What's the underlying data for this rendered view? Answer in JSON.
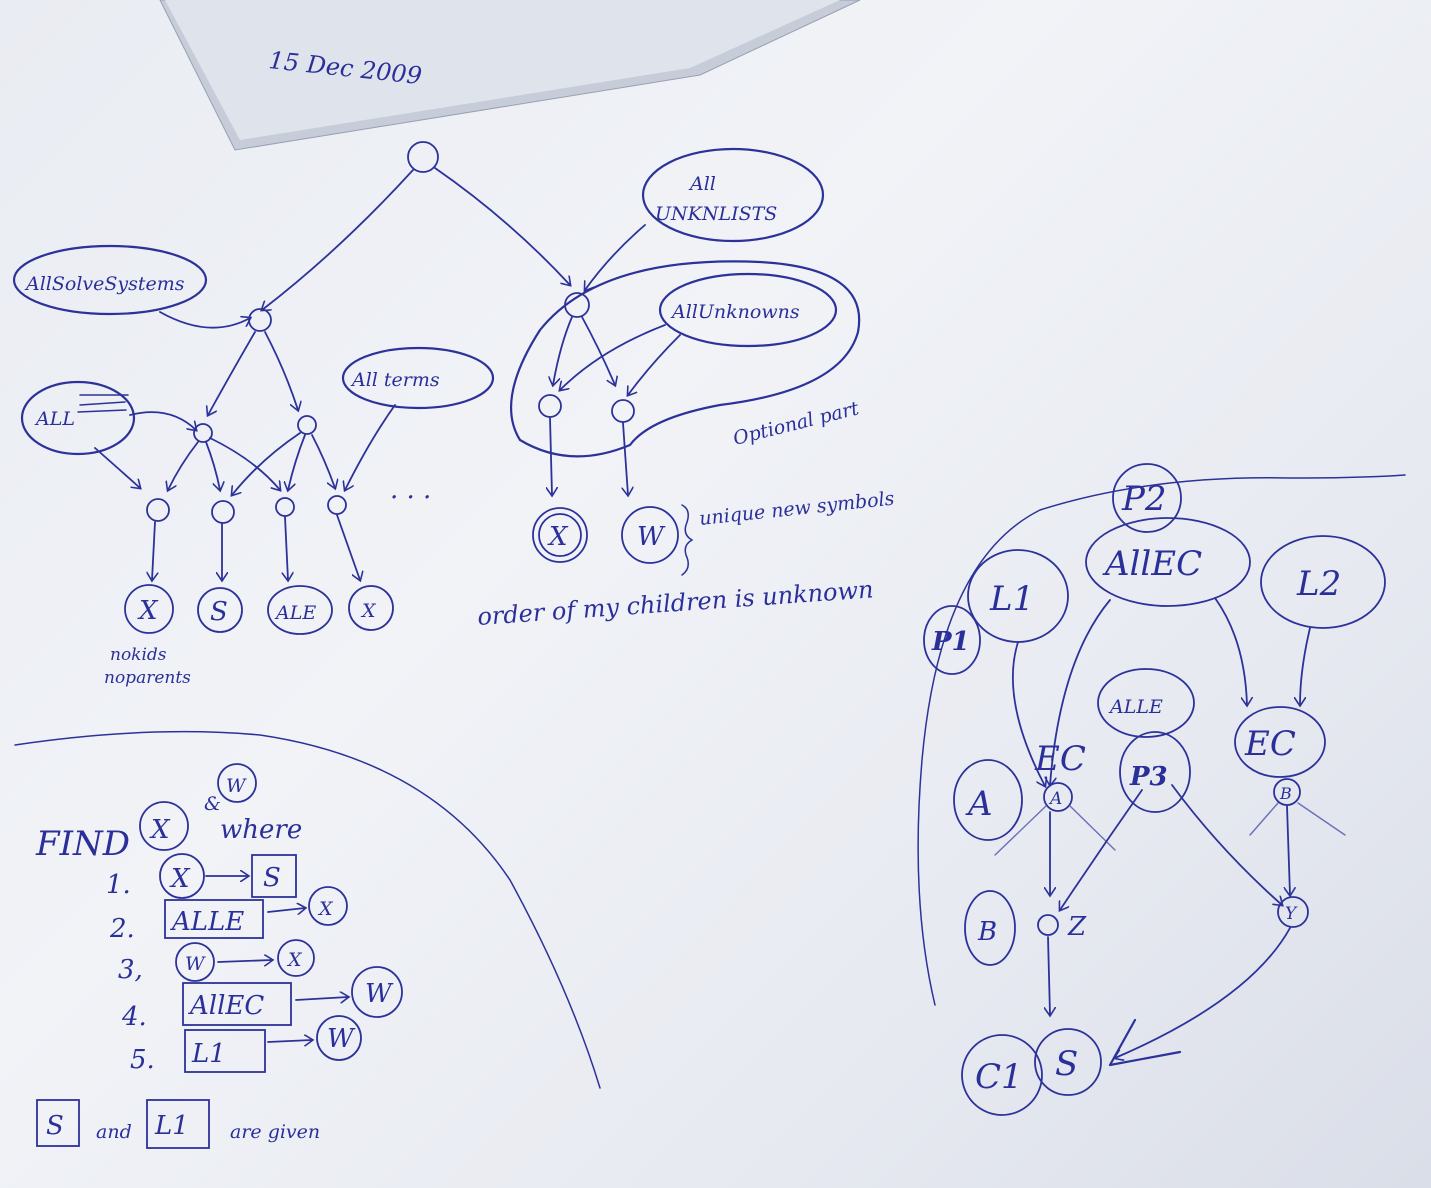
{
  "note": {
    "date": "15 Dec 2009"
  },
  "top_tree": {
    "labels": {
      "all_solve_systems": "AllSolveSystems",
      "all_unkn_lists": [
        "All",
        "UNKNLISTS"
      ],
      "all_unknowns": "AllUnknowns",
      "all_terms": "All terms",
      "all_crossed": "ALL",
      "optional_part": "Optional part",
      "leaf_x": "X",
      "leaf_s": "S",
      "leaf_alle": "ALE",
      "leaf_x2": "X",
      "ellipsis": ". . .",
      "nokids": "nokids",
      "noparents": "noparents",
      "unk_x": "X",
      "unk_w": "W",
      "new_symbols": "unique new symbols",
      "order_note": "order of my children is unknown"
    }
  },
  "find_list": {
    "find_label": "FIND",
    "and_label": "&",
    "where_label": "where",
    "x_symbol": "X",
    "w_symbol": "W",
    "steps": [
      {
        "num": "1.",
        "from": "X",
        "to": "S"
      },
      {
        "num": "2.",
        "from": "ALLE",
        "to": "X"
      },
      {
        "num": "3,",
        "from": "W",
        "to": "X"
      },
      {
        "num": "4.",
        "from": "AllEC",
        "to": "W"
      },
      {
        "num": "5.",
        "from": "L1",
        "to": "W"
      }
    ],
    "given": {
      "s": "S",
      "and": "and",
      "l1": "L1",
      "are_given": "are given"
    }
  },
  "right_pattern": {
    "p2": "P2",
    "allec": "AllEC",
    "l1": "L1",
    "l2": "L2",
    "p1": "P1",
    "alle": "ALLE",
    "p3": "P3",
    "ec_left": "EC",
    "ec_right": "EC",
    "a_big": "A",
    "a_small": "A",
    "b_small": "B",
    "b_big": "B",
    "z": "Z",
    "y": "Y",
    "c1": "C1",
    "s": "S"
  }
}
